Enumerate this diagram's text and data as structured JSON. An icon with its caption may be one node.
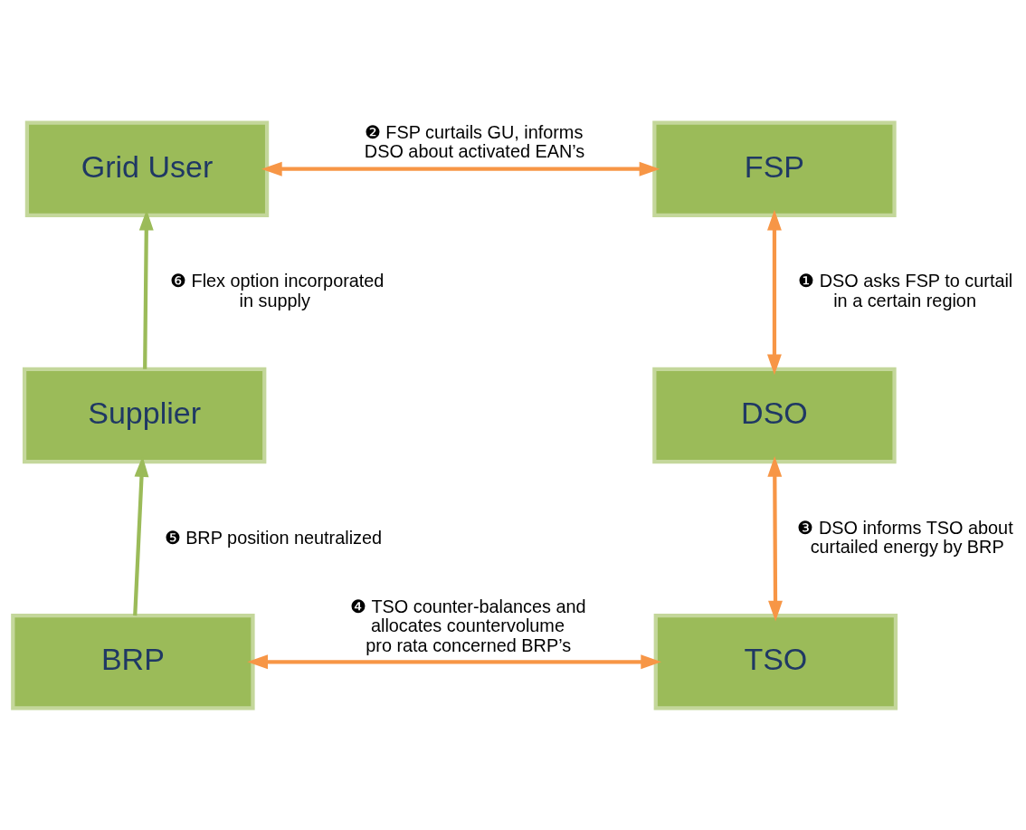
{
  "diagram": {
    "nodes": [
      {
        "text": [
          "Grid User"
        ]
      },
      {
        "text": [
          "FSP"
        ]
      },
      {
        "text": [
          "Supplier"
        ]
      },
      {
        "text": [
          "DSO"
        ]
      },
      {
        "text": [
          "BRP"
        ]
      },
      {
        "text": [
          "TSO"
        ]
      }
    ],
    "edges": [
      {
        "from": 0,
        "to": 1,
        "arrow": "both",
        "label": "❷ FSP curtails GU, informs DSO about activated EAN’s"
      },
      {
        "from": 1,
        "to": 3,
        "arrow": "both",
        "label": "❶ DSO asks FSP to curtail in a certain region"
      },
      {
        "from": 3,
        "to": 5,
        "arrow": "both",
        "label": "❸ DSO informs TSO about curtailed energy by BRP"
      },
      {
        "from": 4,
        "to": 5,
        "arrow": "both",
        "label": "❹ TSO counter-balances and allocates countervolume pro rata concerned BRP’s"
      },
      {
        "from": 4,
        "to": 2,
        "arrow": "to",
        "color": "#9bbb59",
        "label": "❺ BRP position neutralized"
      },
      {
        "from": 2,
        "to": 0,
        "arrow": "to",
        "color": "#9bbb59",
        "label": "❻ Flex option incorporated in supply"
      }
    ]
  }
}
